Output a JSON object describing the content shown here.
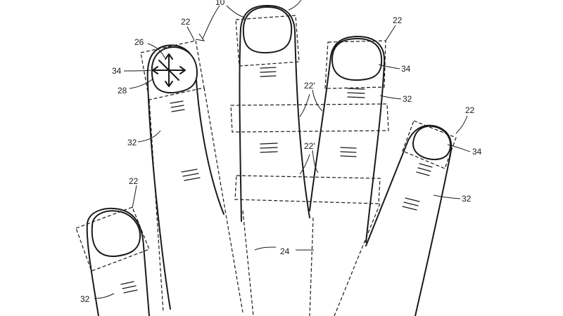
{
  "figure": {
    "labels": {
      "ref_10": "10",
      "ref_22": "22",
      "ref_22_prime": "22'",
      "ref_24": "24",
      "ref_26": "26",
      "ref_28": "28",
      "ref_32": "32",
      "ref_34": "34"
    },
    "ink_color": "#1a1a1a",
    "background_color": "#ffffff"
  }
}
